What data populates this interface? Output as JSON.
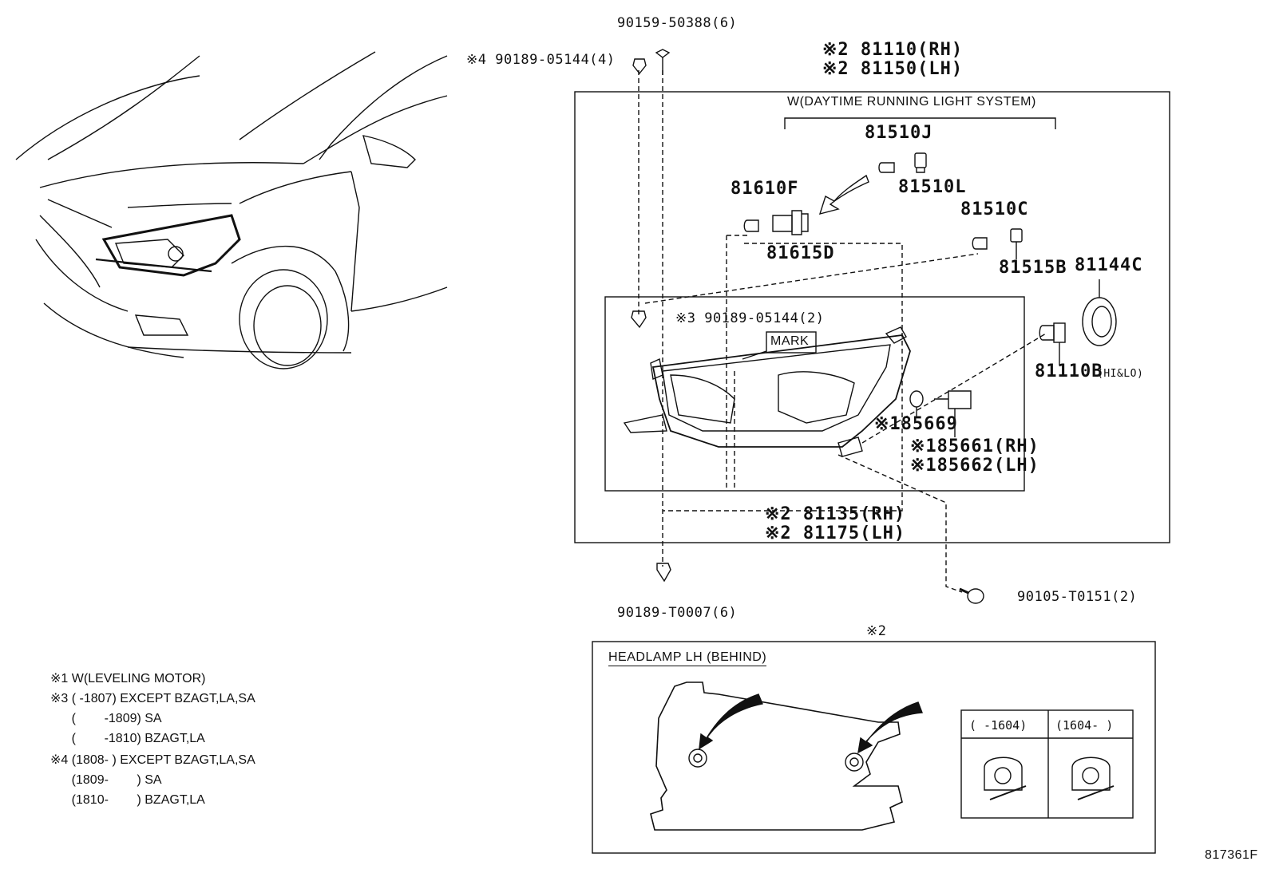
{
  "callouts": {
    "nut_top": "90159-50388(6)",
    "clip_top_left": "※4 90189-05144(4)",
    "assy_rh": "※2 81110(RH)",
    "assy_lh": "※2 81150(LH)",
    "drl_note": "W(DAYTIME RUNNING LIGHT SYSTEM)",
    "bulb_81510J": "81510J",
    "socket_81510L": "81510L",
    "bulb_81610F": "81610F",
    "socket_81615D": "81615D",
    "bulb_81510C": "81510C",
    "socket_81515B": "81515B",
    "cover_81144C": "81144C",
    "bulb_81110B": "81110B",
    "bulb_81110B_note": "(HI&LO)",
    "clip_mid": "※3 90189-05144(2)",
    "mark": "MARK",
    "oring": "※185669",
    "motor_rh": "※185661(RH)",
    "motor_lh": "※185662(LH)",
    "unit_rh": "※2 81135(RH)",
    "unit_lh": "※2 81175(LH)",
    "clip_bottom": "90189-T0007(6)",
    "screw_bottom": "90105-T0151(2)",
    "ref2": "※2",
    "behind_title": "HEADLAMP LH (BEHIND)",
    "table_col1": "(  -1604)",
    "table_col2": "(1604-  )",
    "figure_id": "817361F"
  },
  "notes": [
    "※1 W(LEVELING MOTOR)",
    "※3 (        -1807) EXCEPT BZAGT,LA,SA",
    "      (        -1809) SA",
    "      (        -1810) BZAGT,LA",
    "※4 (1808-        ) EXCEPT BZAGT,LA,SA",
    "      (1809-        ) SA",
    "      (1810-        ) BZAGT,LA"
  ]
}
